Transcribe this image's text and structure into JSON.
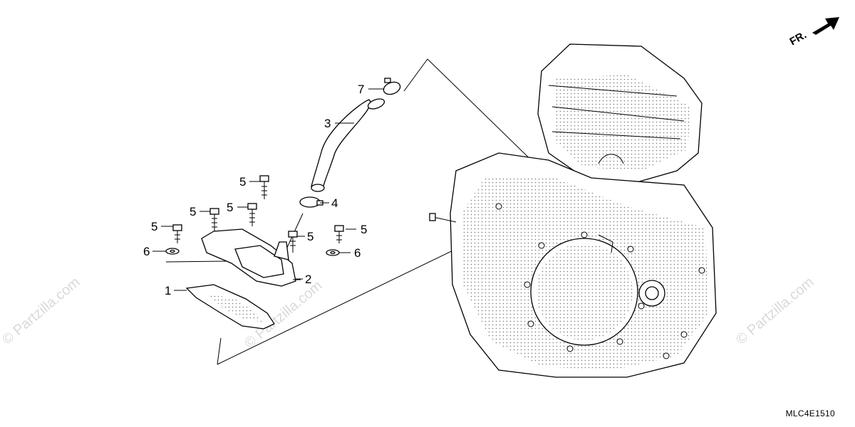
{
  "diagram": {
    "code": "MLC4E1510",
    "direction_label": "FR.",
    "watermark": "© Partzilla.com",
    "callouts": [
      "1",
      "2",
      "3",
      "4",
      "5",
      "6",
      "7"
    ]
  },
  "parts": [
    {
      "ref": "1",
      "name": "gasket"
    },
    {
      "ref": "2",
      "name": "cover"
    },
    {
      "ref": "3",
      "name": "hose"
    },
    {
      "ref": "4",
      "name": "clamp"
    },
    {
      "ref": "5",
      "name": "bolt"
    },
    {
      "ref": "6",
      "name": "washer"
    },
    {
      "ref": "7",
      "name": "clamp"
    }
  ]
}
